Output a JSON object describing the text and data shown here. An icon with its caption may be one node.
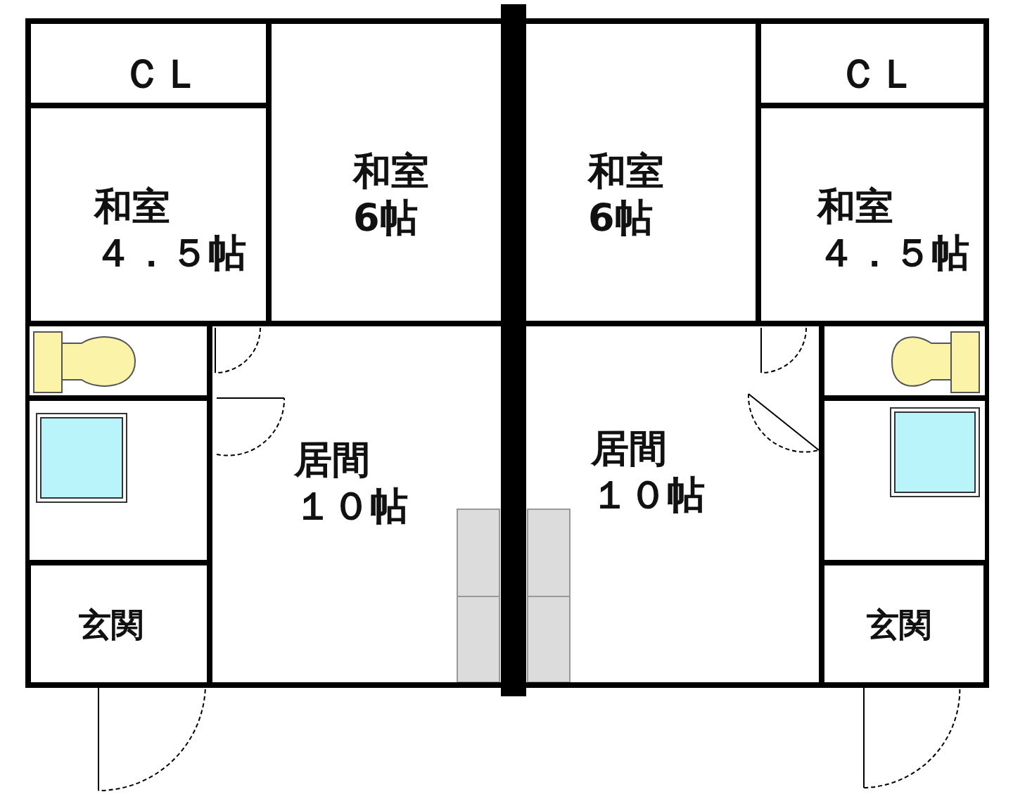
{
  "diagram": {
    "nodes": [
      {
        "text": [
          "ＣＬ"
        ]
      },
      {
        "text": [
          "和室",
          "４．５帖"
        ]
      },
      {
        "text": [
          "和室",
          "6帖"
        ]
      },
      {
        "text": [
          "和室",
          "6帖"
        ]
      },
      {
        "text": [
          "ＣＬ"
        ]
      },
      {
        "text": [
          "和室",
          "４．５帖"
        ]
      },
      {
        "text": [],
        "shape": "box"
      },
      {
        "text": [
          "居間",
          "１０帖"
        ]
      },
      {
        "text": [
          "居間",
          "１０帖"
        ]
      },
      {
        "text": [],
        "shape": "box"
      },
      {
        "text": [],
        "shape": "box"
      },
      {
        "text": [],
        "shape": "box"
      },
      {
        "text": [
          "玄関"
        ]
      },
      {
        "text": [
          "玄関"
        ]
      }
    ]
  }
}
